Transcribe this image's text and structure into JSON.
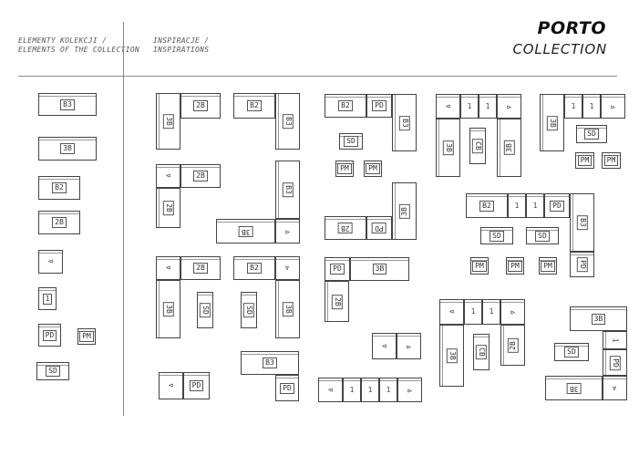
{
  "header": {
    "elements_line1": "ELEMENTY KOLEKCJI /",
    "elements_line2": "ELEMENTS OF THE COLLECTION",
    "inspirations_line1": "INSPIRACJE /",
    "inspirations_line2": "INSPIRATIONS",
    "brand_name": "PORTO",
    "brand_sub": "COLLECTION"
  },
  "labels": {
    "b3": "B3",
    "b2": "B2",
    "b3r": "3B",
    "b2r": "2B",
    "one": "1",
    "pd": "PD",
    "pm": "PM",
    "sd": "SD",
    "cb": "CB",
    "arm": "⊲"
  }
}
